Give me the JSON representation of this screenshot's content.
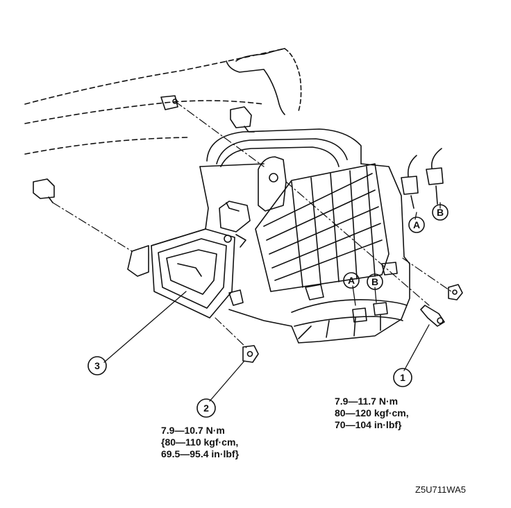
{
  "diagram": {
    "callouts": [
      {
        "id": "1",
        "label": "1"
      },
      {
        "id": "2",
        "label": "2"
      },
      {
        "id": "3",
        "label": "3"
      }
    ],
    "connectors": [
      {
        "id": "A",
        "label": "A"
      },
      {
        "id": "B",
        "label": "B"
      }
    ],
    "torque_1": {
      "line1": "7.9—11.7 N·m",
      "line2": "80—120 kgf·cm,",
      "line3": "70—104 in·lbf}"
    },
    "torque_2": {
      "line1": "7.9—10.7 N·m",
      "line2": "{80—110 kgf·cm,",
      "line3": "69.5—95.4 in·lbf}"
    },
    "figure_code": "Z5U711WA5"
  }
}
